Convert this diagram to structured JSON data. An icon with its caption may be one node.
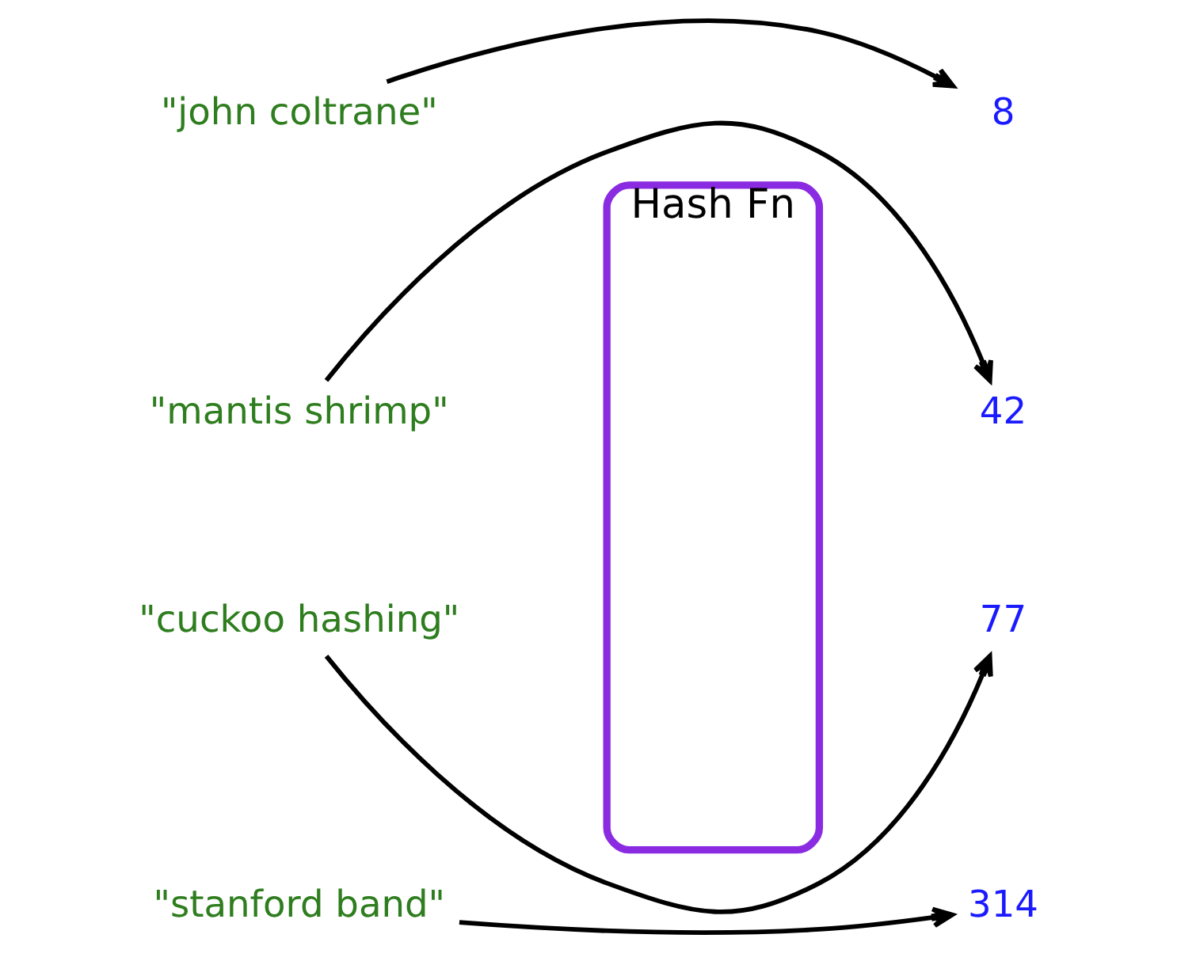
{
  "diagram": {
    "nodes": [
      {
        "text": [
          "Hash Fn"
        ]
      },
      {
        "text": [
          "\"cuckoo hashing\""
        ]
      },
      {
        "text": [
          "\"john coltrane\""
        ]
      },
      {
        "text": [
          "\"mantis shrimp\""
        ]
      },
      {
        "text": [
          "\"stanford band\""
        ]
      },
      {
        "text": [
          "8"
        ]
      },
      {
        "text": [
          "42"
        ]
      },
      {
        "text": [
          "77"
        ]
      },
      {
        "text": [
          "314"
        ]
      }
    ],
    "edges": [
      {
        "from": 1,
        "to": 7,
        "arrow": "to"
      },
      {
        "from": 2,
        "to": 5,
        "arrow": "to"
      },
      {
        "from": 3,
        "to": 6,
        "arrow": "to"
      },
      {
        "from": 4,
        "to": 8,
        "arrow": "to"
      }
    ]
  }
}
